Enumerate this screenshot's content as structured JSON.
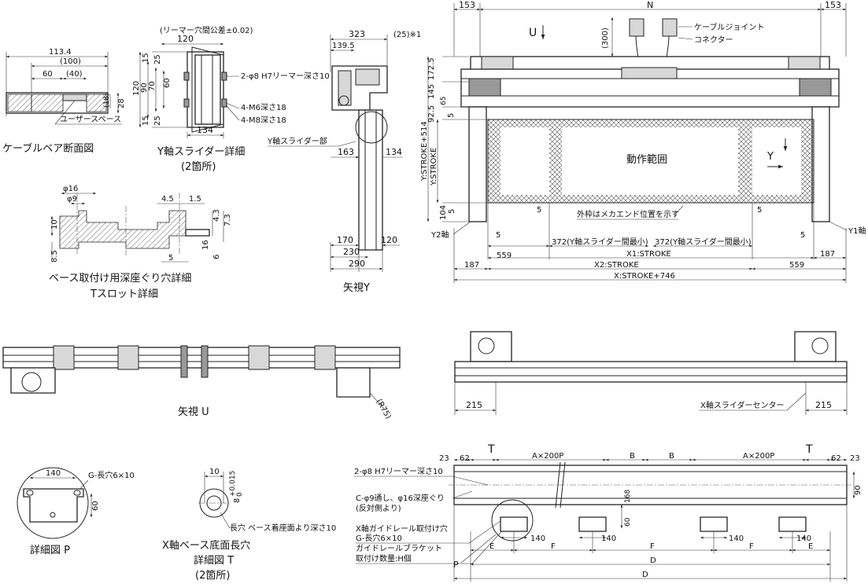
{
  "cable_bear": {
    "title": "ケーブルベア断面図",
    "dim_113_4": "113.4",
    "dim_100": "(100)",
    "dim_60": "60",
    "dim_40": "(40)",
    "dim_18": "(18)",
    "dim_28": "28",
    "user_space": "ユーザースペース"
  },
  "y_slider": {
    "title": "Y軸スライダー詳細",
    "subtitle": "(2箇所)",
    "tolerance": "(リーマー穴間公差±0.02)",
    "dim_120_top": "120",
    "dim_134": "134",
    "dim_15a": "15",
    "dim_25a": "25",
    "dim_120_side": "120",
    "dim_90": "90",
    "dim_70": "70",
    "dim_60": "60",
    "dim_15b": "15",
    "dim_25b": "25",
    "note_reamer": "2-φ8 H7リーマー深さ10",
    "note_m6": "4-M6深さ18",
    "note_m8": "4-M8深さ18"
  },
  "counterbore": {
    "title": "ベース取付け用深座ぐり穴詳細",
    "subtitle": "Tスロット詳細",
    "d16": "φ16",
    "d9": "φ9",
    "dim_10": "10",
    "dim_8_5": "8.5",
    "dim_4_5": "4.5",
    "dim_1_5": "1.5",
    "dim_4_3": "4.3",
    "dim_7_3": "7.3",
    "dim_5": "5",
    "dim_16": "16",
    "dim_6": "6"
  },
  "view_y": {
    "title": "矢視Y",
    "dim_323": "323",
    "dim_139_5": "139.5",
    "dim_25_note": "(25)※1",
    "slider_label": "Y軸スライダー部",
    "dim_163": "163",
    "dim_134": "134",
    "dim_170": "170",
    "dim_120": "120",
    "dim_230": "230",
    "dim_290": "290"
  },
  "main_view": {
    "dim_153_left": "153",
    "dim_N": "N",
    "dim_153_right": "153",
    "arrow_u": "U",
    "dim_300": "(300)",
    "cable_joint": "ケーブルジョイント",
    "connector": "コネクター",
    "dim_172_5": "172.5",
    "dim_145": "145",
    "dim_65": "65",
    "dim_92_5": "92.5",
    "dim_5a": "5",
    "y_stroke_514": "Y:STROKE+514",
    "y_stroke": "Y:STROKE",
    "operating_range": "動作範囲",
    "arrow_y": "Y",
    "dim_104": "104",
    "dim_5b": "5",
    "outer_frame_note": "外枠はメカエンド位置を示す",
    "dim_5c": "5",
    "dim_5d": "5",
    "dim_5e": "5",
    "dim_5f": "5",
    "y2_axis": "Y2軸",
    "y1_axis": "Y1軸",
    "dim_559_left": "559",
    "dim_372_left": "372(Y軸スライダー間最小)",
    "dim_372_right": "372(Y軸スライダー間最小)",
    "x1_stroke": "X1:STROKE",
    "dim_187_left": "187",
    "x2_stroke": "X2:STROKE",
    "dim_559_right": "559",
    "dim_187_right": "187",
    "x_stroke_746": "X:STROKE+746"
  },
  "view_u": {
    "title": "矢視 U",
    "r75": "(R75)"
  },
  "front_view": {
    "dim_215_left": "215",
    "dim_215_right": "215",
    "x_slider_center": "X軸スライダーセンター"
  },
  "detail_p": {
    "title": "詳細図 P",
    "dim_140": "140",
    "dim_60": "60",
    "g_slot": "G-長穴6×10"
  },
  "detail_t": {
    "title": "X軸ベース底面長穴",
    "subtitle": "詳細図 T",
    "count": "(2箇所)",
    "dim_10": "10",
    "dim_8": "8",
    "tol_plus": "+0.015",
    "tol_zero": "0",
    "slot_note": "長穴 ベース着座面より深さ10"
  },
  "base_bottom": {
    "dim_23_left": "23",
    "dim_62_left": "62",
    "t_left": "T",
    "a200_left": "A×200P",
    "b1": "B",
    "b2": "B",
    "a200_right": "A×200P",
    "t_right": "T",
    "dim_62_right": "62",
    "dim_23_right": "23",
    "reamer_note": "2-φ8 H7リーマー深さ10",
    "c_note1": "C-φ9通し、φ16深座ぐり",
    "c_note2": "(反対側より)",
    "dim_90": "90",
    "dim_168": "168",
    "dim_60": "60",
    "guide_rail_note1": "X軸ガイドレール取付け穴",
    "guide_rail_note2": "G-長穴6×10",
    "bracket_note1": "ガイドレールブラケット",
    "bracket_note2": "取付け数量:H個",
    "p_label": "P",
    "dim_140_1": "140",
    "dim_140_2": "140",
    "dim_140_3": "140",
    "dim_140_4": "140",
    "dim_E_left": "E",
    "dim_F1": "F",
    "dim_F2": "F",
    "dim_F3": "F",
    "dim_E_right": "E",
    "dim_D1": "D",
    "dim_D2": "D"
  },
  "colors": {
    "line": "#222222",
    "hatch": "#444444",
    "background": "#ffffff"
  }
}
